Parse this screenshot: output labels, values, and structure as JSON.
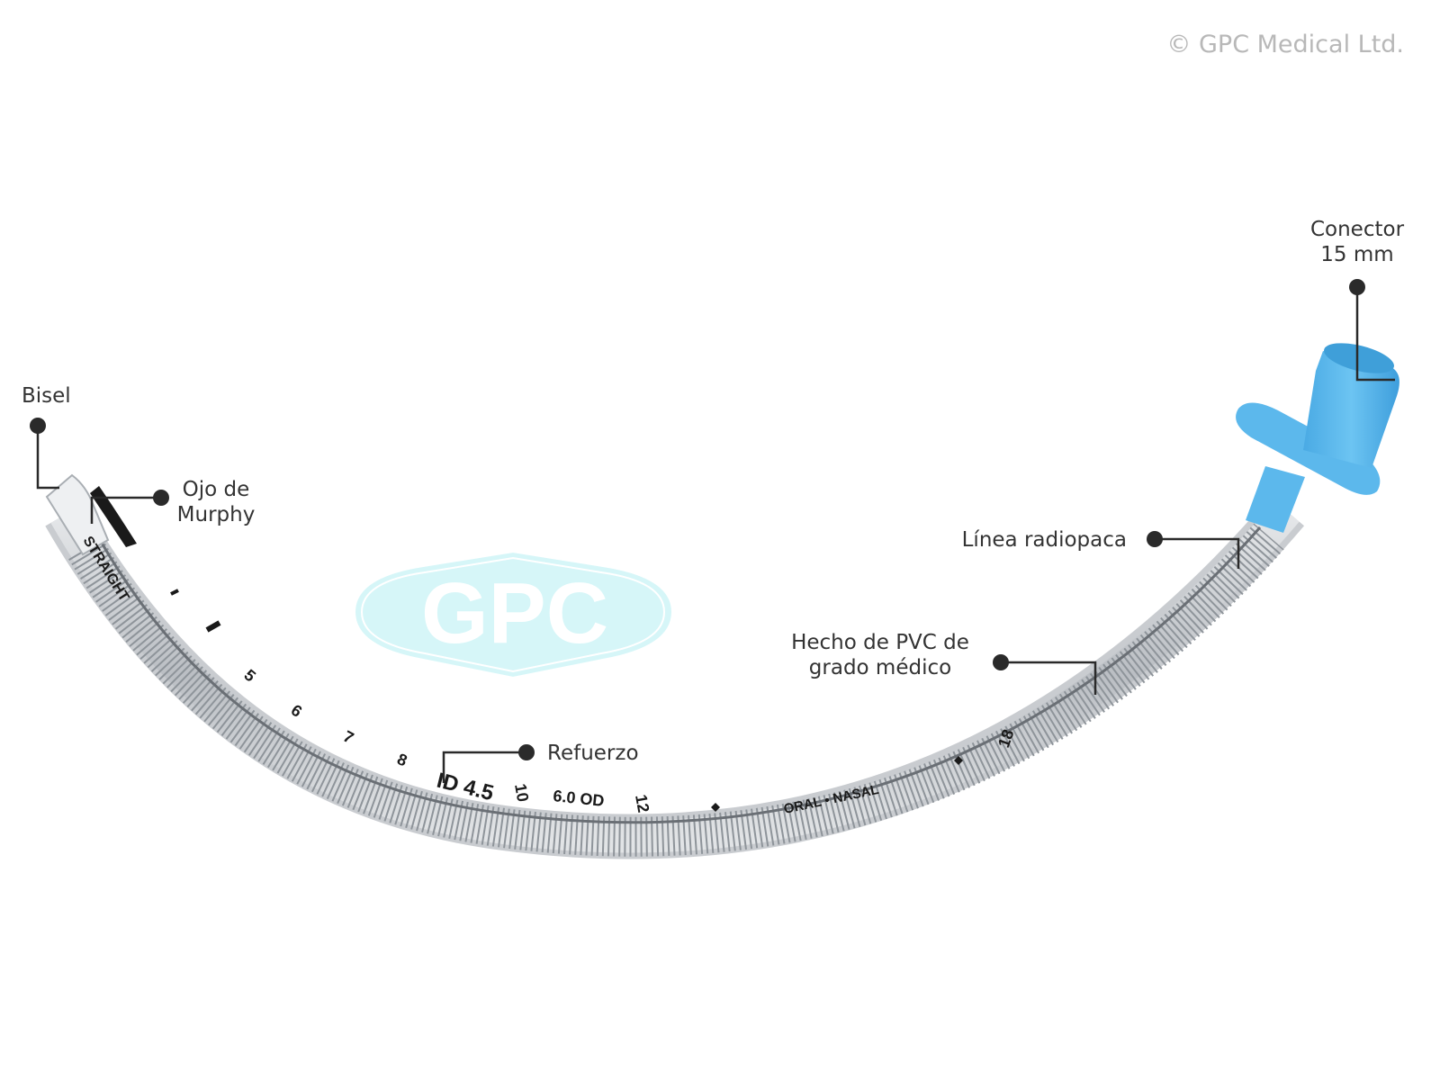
{
  "copyright": "© GPC Medical Ltd.",
  "watermark": {
    "text": "GPC",
    "fill_color": "#d6f6f8",
    "text_color": "#ffffff"
  },
  "tube": {
    "connector_color": "#5cb8ec",
    "connector_dark": "#3f9fd9",
    "tube_color": "#c9ccd0",
    "coil_color": "#8e949a",
    "markings": {
      "tip_text": "STRAIGHT",
      "id_text": "ID 4.5",
      "od_text": "6.0 OD",
      "oral_nasal": "ORAL • NASAL",
      "depth_marks": [
        "5",
        "6",
        "7",
        "8",
        "10",
        "12",
        "18"
      ]
    }
  },
  "callouts": {
    "bisel": {
      "label": "Bisel"
    },
    "murphy": {
      "line1": "Ojo de",
      "line2": "Murphy"
    },
    "refuerzo": {
      "label": "Refuerzo"
    },
    "pvc": {
      "line1": "Hecho de PVC de",
      "line2": "grado médico"
    },
    "radiopaca": {
      "label": "Línea radiopaca"
    },
    "conector": {
      "line1": "Conector",
      "line2": "15 mm"
    }
  }
}
